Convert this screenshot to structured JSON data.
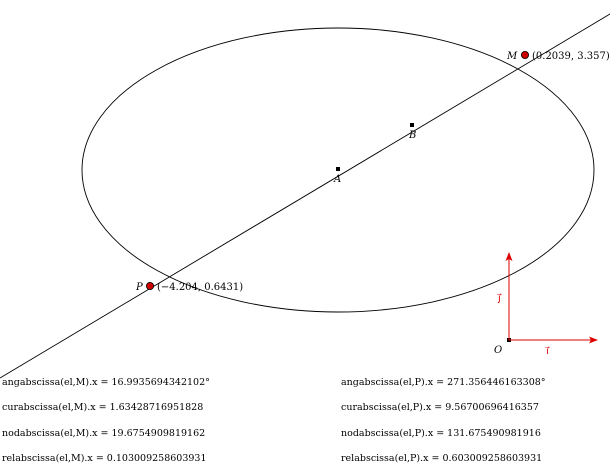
{
  "colors": {
    "stroke": "#000000",
    "point_fill": "#cc0000",
    "vector": "#dd0000",
    "background": "#ffffff"
  },
  "points": {
    "A": {
      "label": "A"
    },
    "B": {
      "label": "B"
    },
    "M": {
      "label": "M",
      "coords": "(0.2039, 3.357)"
    },
    "P": {
      "label": "P",
      "coords": "(−4.204, 0.6431)"
    },
    "O": {
      "label": "O"
    }
  },
  "vectors": {
    "i_label": "ı⃗",
    "j_label": "ȷ⃗"
  },
  "readouts": {
    "left": [
      "angabscissa(el,M).x = 16.9935694342102°",
      "curabscissa(el,M).x = 1.634287169518​28",
      "nodabscissa(el,M).x = 19.6754909819162",
      "relabscissa(el,M).x = 0.103009258603931"
    ],
    "right": [
      "angabscissa(el,P).x = 271.356446163308°",
      "curabscissa(el,P).x = 9.56700696416357",
      "nodabscissa(el,P).x = 131.675490981916",
      "relabscissa(el,P).x = 0.603009258603931"
    ]
  }
}
